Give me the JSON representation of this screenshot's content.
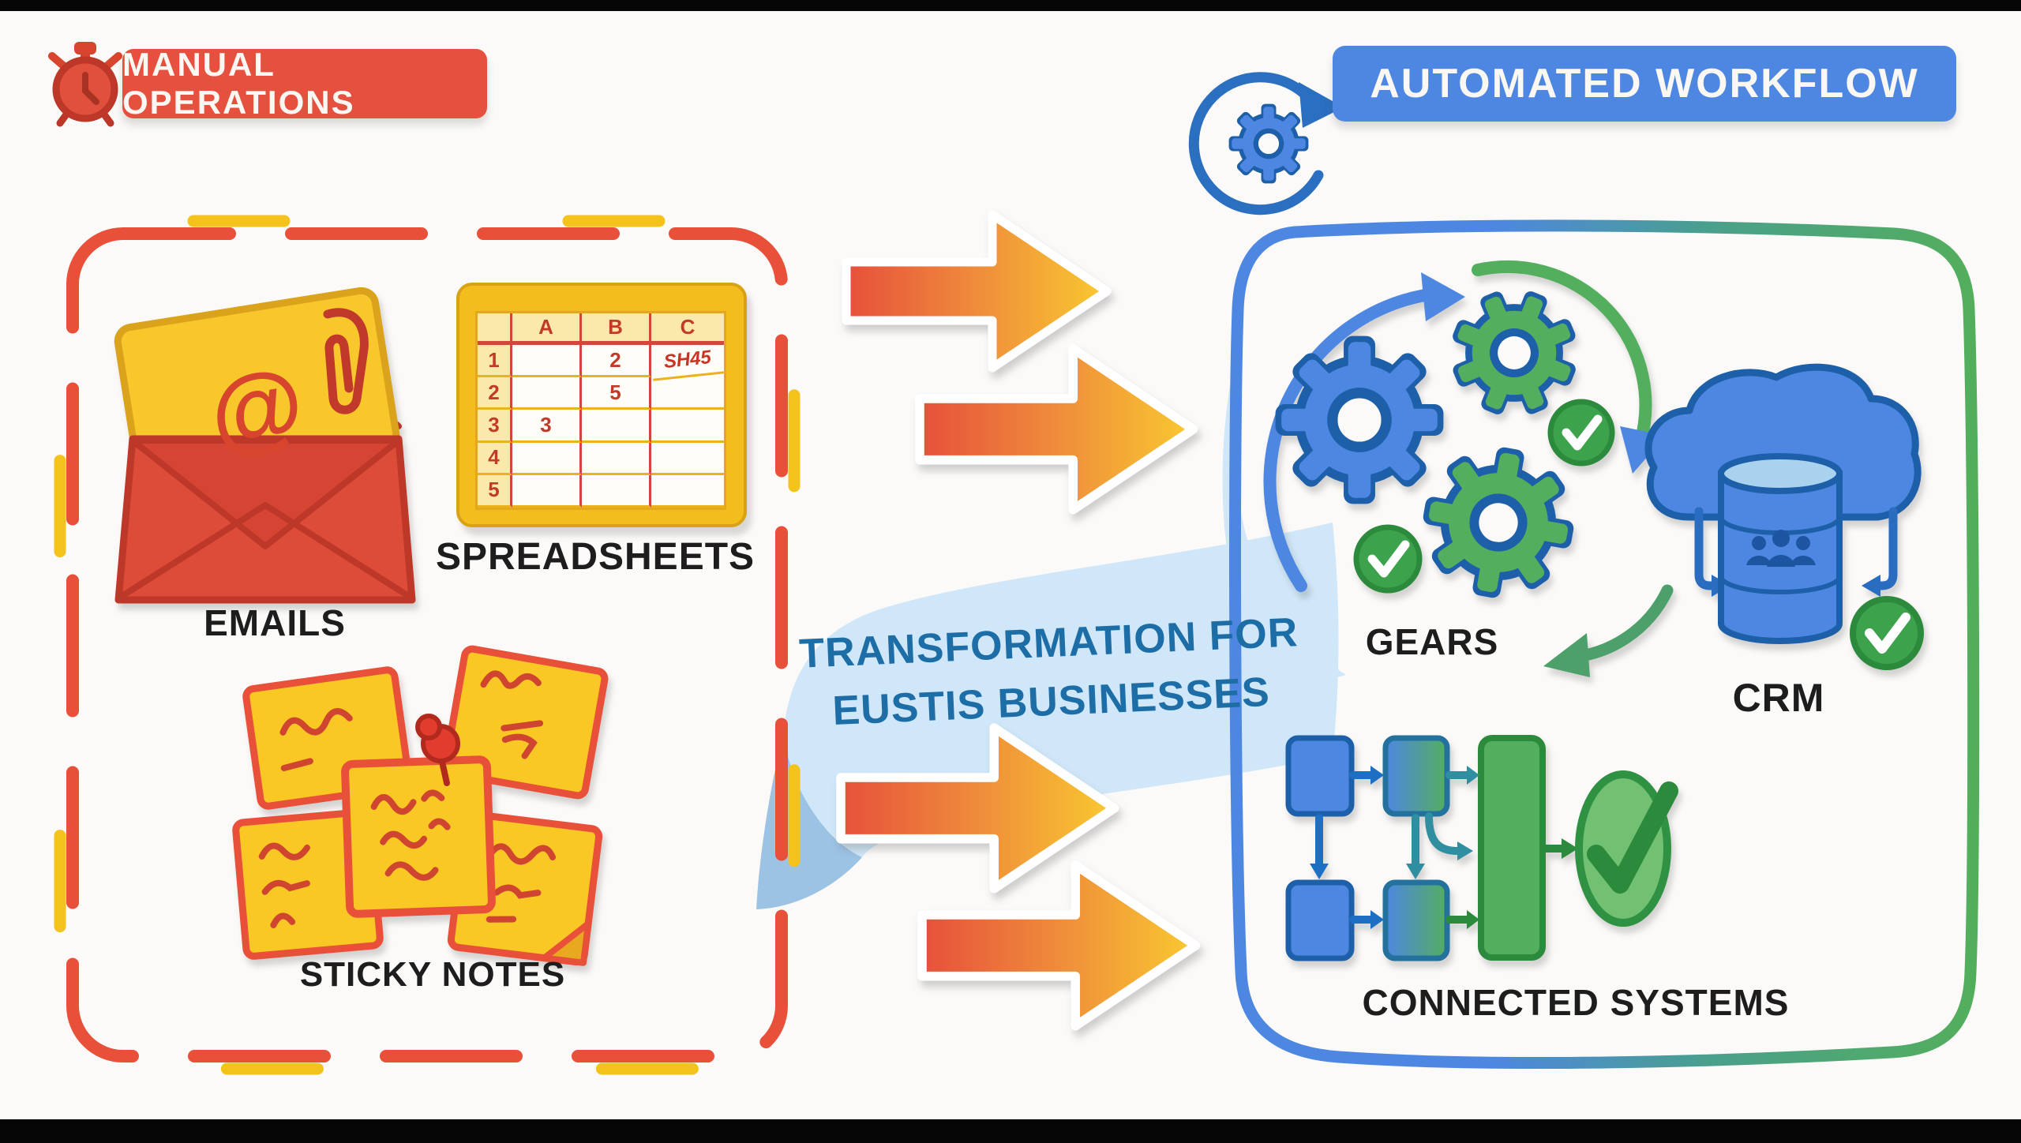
{
  "meta": {
    "scene": "Manual operations vs automated workflow infographic"
  },
  "left_panel": {
    "banner": "MANUAL OPERATIONS",
    "banner_icon": "alarm-clock-icon",
    "border_colors": [
      "#e8503a",
      "#f3c21b"
    ],
    "items": [
      {
        "label": "EMAILS",
        "icon": "email-envelope-icon"
      },
      {
        "label": "SPREADSHEETS",
        "icon": "spreadsheet-icon"
      },
      {
        "label": "STICKY NOTES",
        "icon": "sticky-notes-icon"
      }
    ]
  },
  "right_panel": {
    "banner": "AUTOMATED WORKFLOW",
    "banner_icon": "gear-refresh-icon",
    "border_colors": [
      "#4d87e2",
      "#53ae5c"
    ],
    "items": [
      {
        "label": "GEARS",
        "icon": "gears-icon"
      },
      {
        "label": "CRM",
        "icon": "cloud-database-icon"
      },
      {
        "label": "CONNECTED SYSTEMS",
        "icon": "flowchart-icon"
      }
    ]
  },
  "ribbon": {
    "line1": "TRANSFORMATION FOR",
    "line2": "EUSTIS BUSINESSES",
    "fill": "#cfe7f8",
    "fold": "#9cc3e4",
    "text_color": "#1d6da6"
  },
  "email": {
    "at_symbol": "@"
  },
  "spreadsheet": {
    "columns": [
      "A",
      "B",
      "C"
    ],
    "row_numbers": [
      "1",
      "2",
      "3",
      "4",
      "5"
    ],
    "cells": {
      "B1": "2",
      "C1": "SH45",
      "B2": "5",
      "A3": "3"
    }
  },
  "colors": {
    "red": "#e0503c",
    "red_dark": "#c13a2a",
    "yellow": "#f7c52b",
    "yellow_dark": "#dca418",
    "blue": "#4d87e2",
    "blue_dark": "#1d5fa8",
    "green": "#53ae5e",
    "green_dark": "#2c8a3c",
    "arrow_gradient": [
      "#e6503a",
      "#f0923a",
      "#f9c930"
    ],
    "label_text": "#1d1d1d",
    "banner_text": "#fbf8f4",
    "background": "#fbfaf8",
    "letterbox": "#060606"
  }
}
